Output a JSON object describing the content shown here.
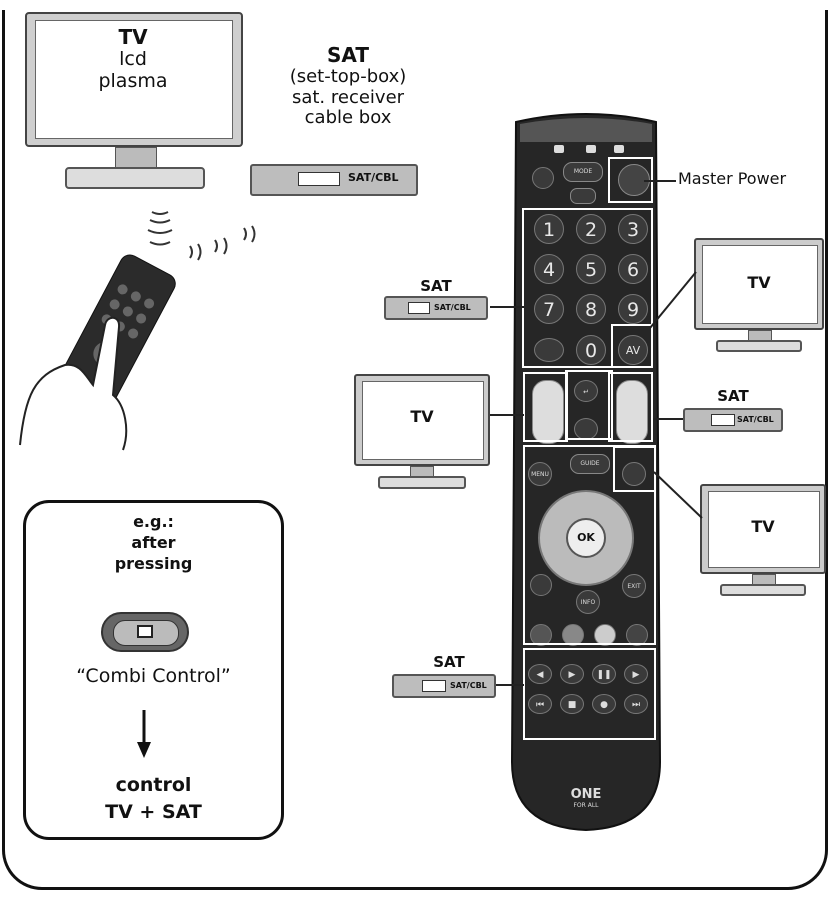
{
  "main_tv": {
    "title": "TV",
    "line1": "lcd",
    "line2": "plasma"
  },
  "main_sat": {
    "title": "SAT",
    "line1": "(set-top-box)",
    "line2": "sat. receiver",
    "line3": "cable box",
    "device_label": "SAT/CBL"
  },
  "master_power_label": "Master Power",
  "keypad": {
    "digits": [
      "1",
      "2",
      "3",
      "4",
      "5",
      "6",
      "7",
      "8",
      "9",
      "0"
    ],
    "av": "AV"
  },
  "remote_labels": {
    "ok": "OK",
    "mode": "MODE",
    "guide": "GUIDE",
    "menu": "MENU",
    "info": "INFO",
    "exit": "EXIT"
  },
  "right_tv_top": {
    "label": "TV"
  },
  "right_tv_bottom": {
    "label": "TV"
  },
  "left_tv_mid": {
    "label": "TV"
  },
  "sat_left_keypad": {
    "label": "SAT",
    "device": "SAT/CBL"
  },
  "sat_right_vol": {
    "label": "SAT",
    "device": "SAT/CBL"
  },
  "sat_bottom": {
    "label": "SAT",
    "device": "SAT/CBL"
  },
  "legend": {
    "line1": "e.g.:",
    "line2": "after",
    "line3": "pressing",
    "quote": "“Combi Control”",
    "control": "control",
    "tvsat": "TV + SAT"
  },
  "brand": {
    "line1": "ONE",
    "line2": "FOR ALL"
  }
}
